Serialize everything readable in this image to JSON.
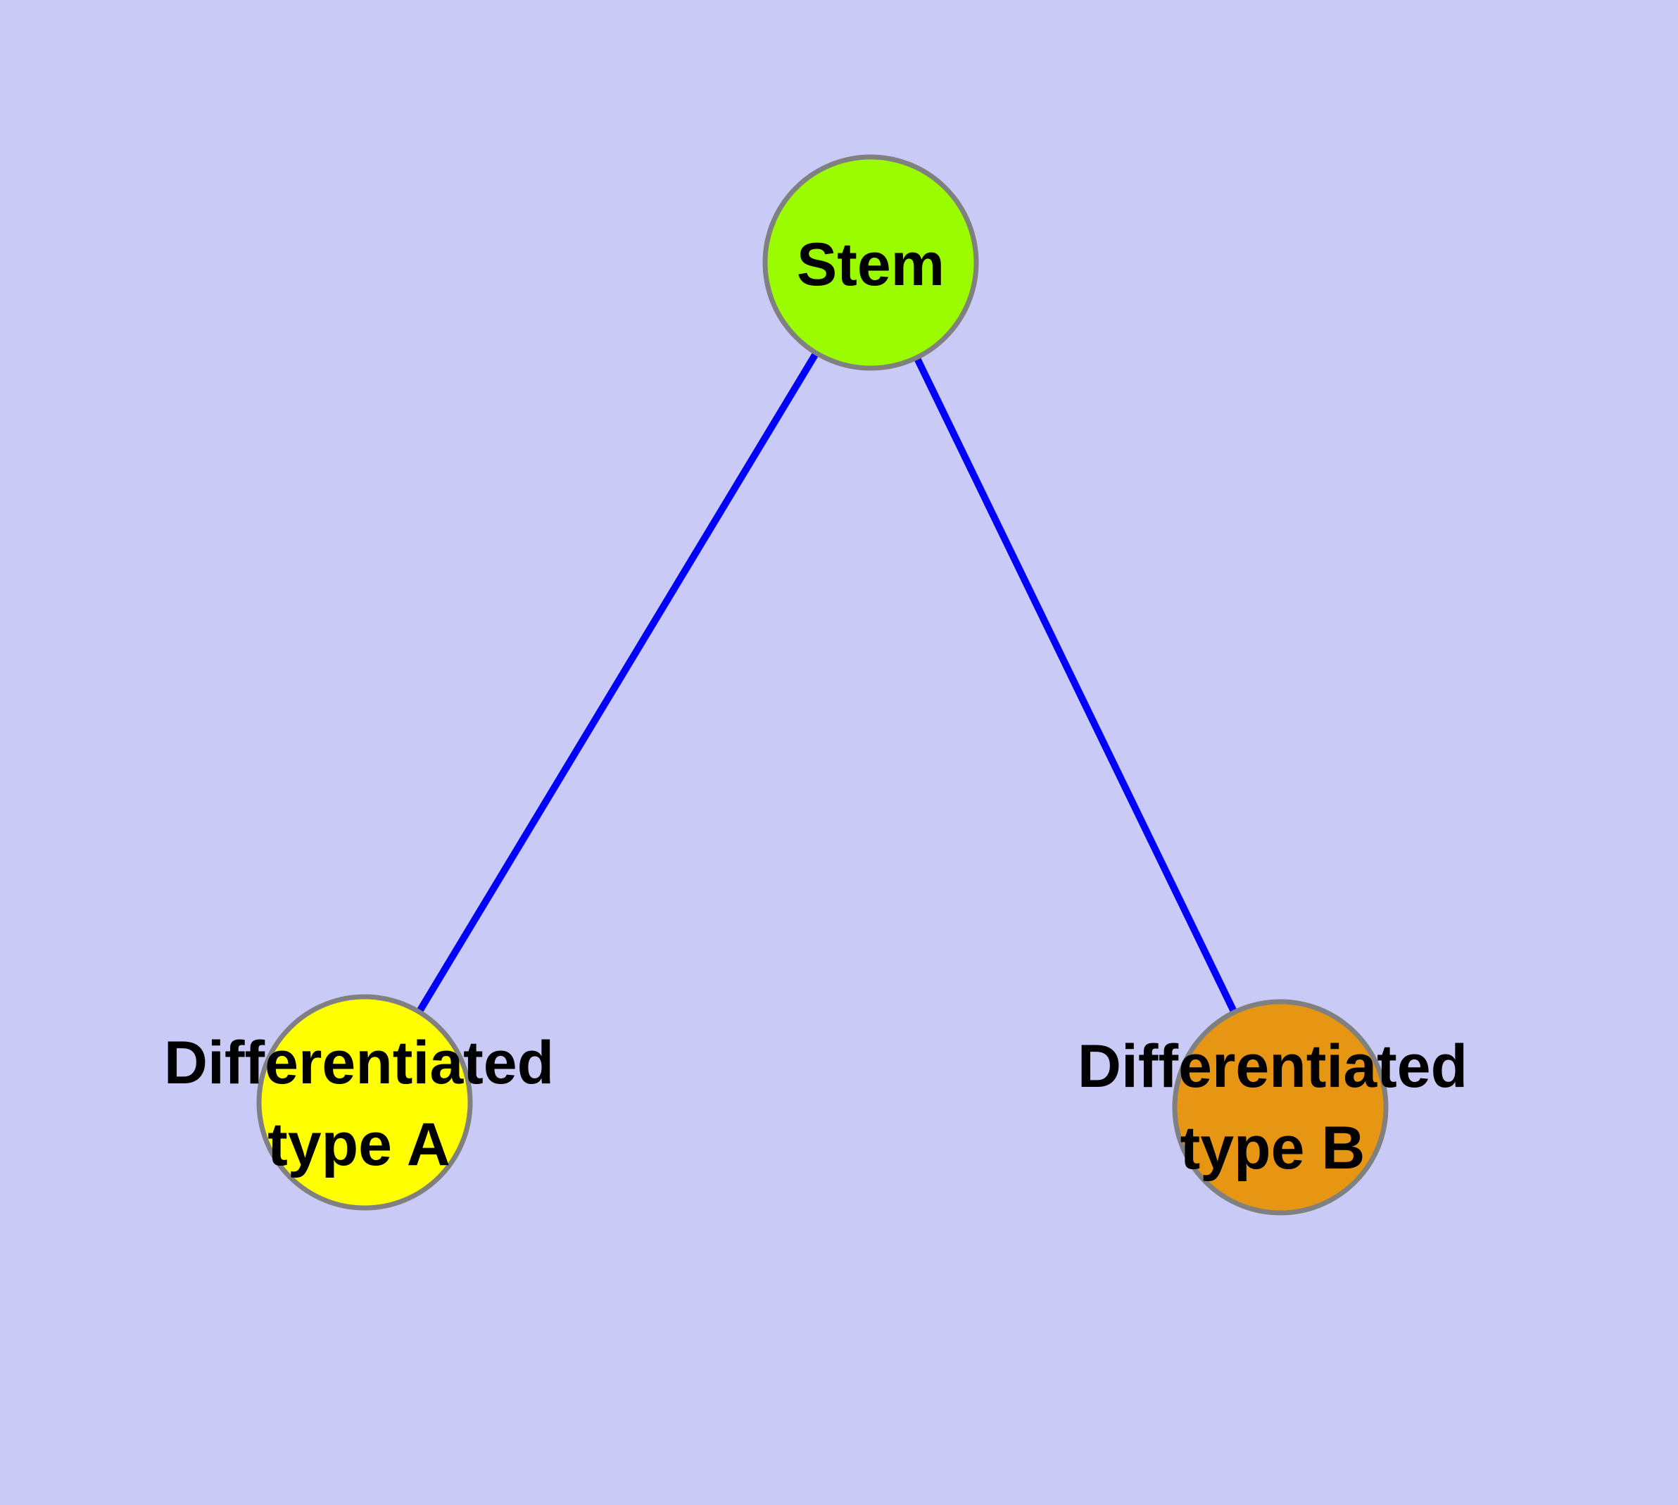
{
  "diagram": {
    "background_color": "#CACAF6",
    "edge_color": "#0000FF",
    "node_border_color": "#808080",
    "label_color": "#000000",
    "nodes": [
      {
        "id": "stem",
        "label": "Stem",
        "color": "#9BFC00"
      },
      {
        "id": "differentiated-type-a",
        "label": "Differentiated\ntype A",
        "color": "#FFFF00"
      },
      {
        "id": "differentiated-type-b",
        "label": "Differentiated\ntype B",
        "color": "#E69612"
      }
    ],
    "edges": [
      {
        "from": "stem",
        "to": "differentiated-type-a"
      },
      {
        "from": "stem",
        "to": "differentiated-type-b"
      }
    ]
  }
}
